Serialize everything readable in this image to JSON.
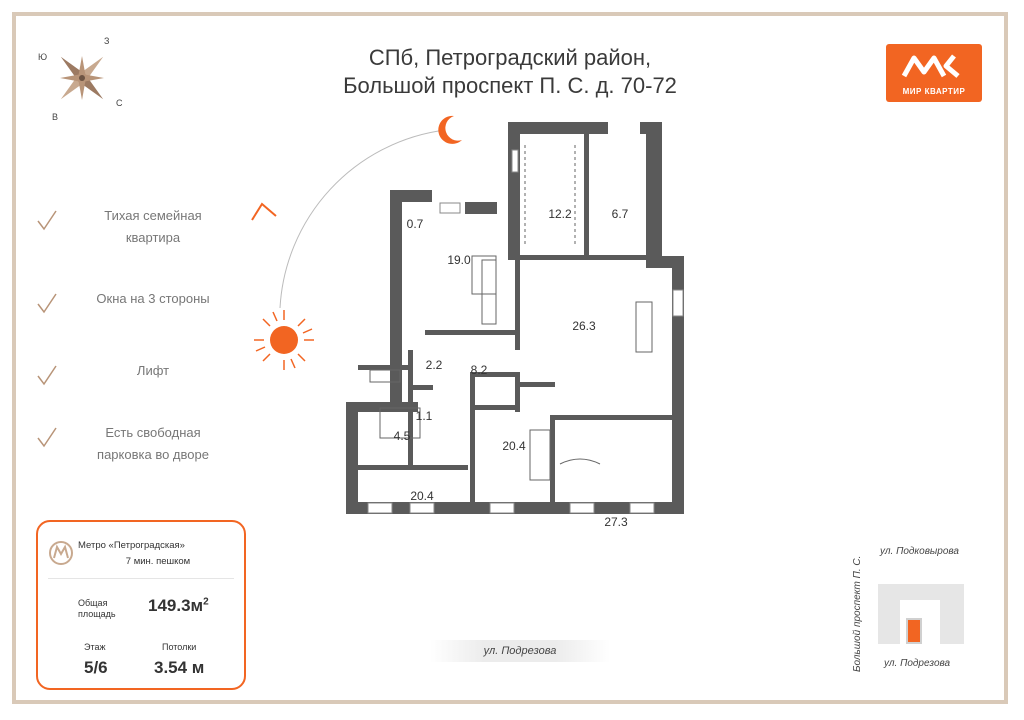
{
  "header": {
    "title_line1": "СПб, Петроградский район,",
    "title_line2": "Большой проспект П. С. д. 70-72"
  },
  "logo": {
    "text": "МИР КВАРТИР",
    "icon": "mk-logo-icon",
    "color": "#f26522"
  },
  "compass": {
    "labels": {
      "n": "З",
      "w": "Ю",
      "e": "С",
      "s": "В"
    },
    "icon": "compass-rose-icon"
  },
  "features": [
    {
      "line1": "Тихая семейная",
      "line2": "квартира"
    },
    {
      "line1": "Окна на 3 стороны",
      "line2": ""
    },
    {
      "line1": "Лифт",
      "line2": ""
    },
    {
      "line1": "Есть свободная",
      "line2": "парковка во дворе"
    }
  ],
  "info": {
    "metro_name": "Метро «Петроградская»",
    "metro_walk": "7 мин. пешком",
    "area_label": "Общая площадь",
    "area_value": "149.3м",
    "area_unit_sup": "2",
    "floor_label": "Этаж",
    "floor_value": "5/6",
    "ceiling_label": "Потолки",
    "ceiling_value": "3.54 м"
  },
  "rooms": [
    {
      "id": "r07",
      "area": "0.7"
    },
    {
      "id": "r122",
      "area": "12.2"
    },
    {
      "id": "r67",
      "area": "6.7"
    },
    {
      "id": "r19",
      "area": "19.0"
    },
    {
      "id": "r263",
      "area": "26.3"
    },
    {
      "id": "r22",
      "area": "2.2"
    },
    {
      "id": "r82",
      "area": "8.2"
    },
    {
      "id": "r11",
      "area": "1.1"
    },
    {
      "id": "r45",
      "area": "4.5"
    },
    {
      "id": "r204a",
      "area": "20.4"
    },
    {
      "id": "r204b",
      "area": "20.4"
    },
    {
      "id": "r273",
      "area": "27.3"
    }
  ],
  "streets": {
    "bottom": "ул. Подрезова",
    "map_top": "ул. Подковырова",
    "map_bottom": "ул. Подрезова",
    "map_side": "Большой проспект П. С."
  },
  "colors": {
    "accent": "#f26522",
    "wall": "#5a5a5a",
    "frame": "#d9c9b8"
  }
}
